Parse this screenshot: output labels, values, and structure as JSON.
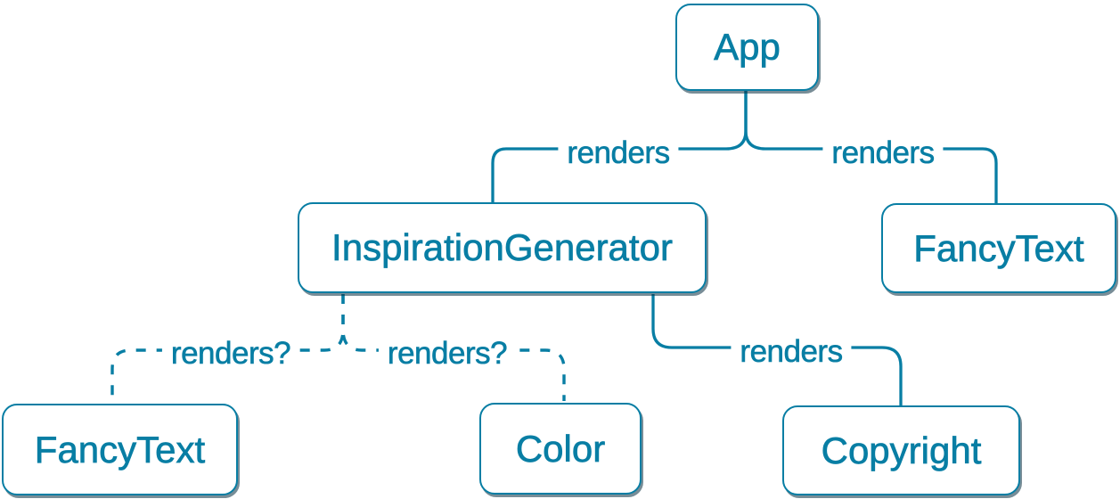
{
  "diagram": {
    "accent_color": "#087EA4",
    "node_fill": "#ffffff",
    "background": "#ffffff",
    "nodes": [
      {
        "id": "app",
        "label": "App"
      },
      {
        "id": "inspiration-generator",
        "label": "InspirationGenerator"
      },
      {
        "id": "fancy-text-top",
        "label": "FancyText"
      },
      {
        "id": "fancy-text-bottom",
        "label": "FancyText"
      },
      {
        "id": "color",
        "label": "Color"
      },
      {
        "id": "copyright",
        "label": "Copyright"
      }
    ],
    "edges": [
      {
        "from": "App",
        "to": "InspirationGenerator",
        "label": "renders",
        "style": "solid"
      },
      {
        "from": "App",
        "to": "FancyText",
        "label": "renders",
        "style": "solid"
      },
      {
        "from": "InspirationGenerator",
        "to": "FancyText",
        "label": "renders?",
        "style": "dashed"
      },
      {
        "from": "InspirationGenerator",
        "to": "Color",
        "label": "renders?",
        "style": "dashed"
      },
      {
        "from": "InspirationGenerator",
        "to": "Copyright",
        "label": "renders",
        "style": "solid"
      }
    ]
  }
}
